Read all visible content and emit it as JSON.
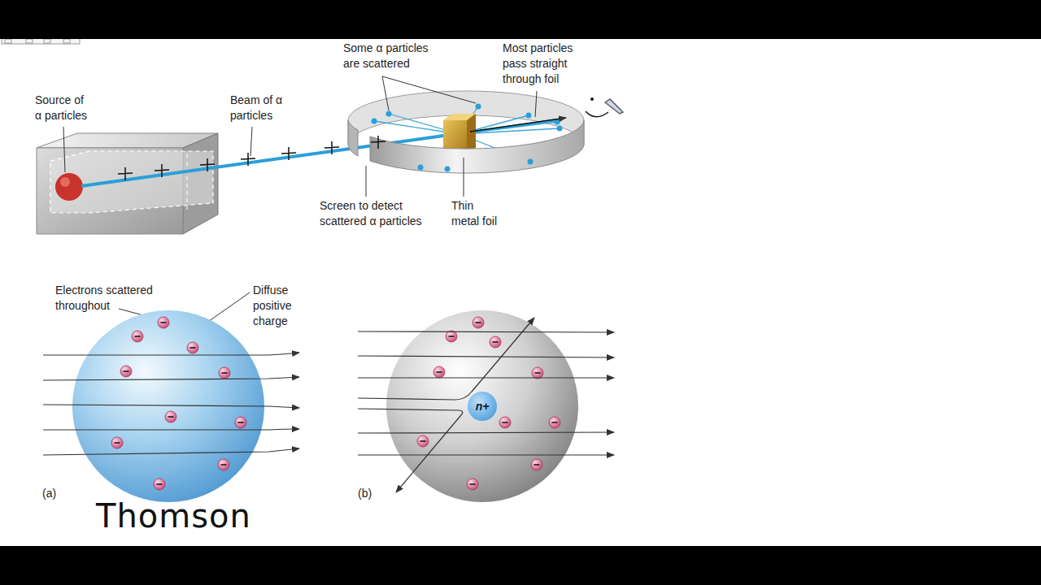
{
  "diagram": {
    "nodes": [
      {
        "text": [
          "n+"
        ]
      }
    ],
    "labels": [
      "Some α particles are scattered",
      "Most particles pass straight through foil",
      "Source of α particles",
      "Beam of α particles",
      "Screen to detect scattered α particles",
      "Thin metal foil",
      "Electrons scattered throughout",
      "Diffuse positive charge",
      "(a)",
      "Thomson",
      "(b)"
    ]
  }
}
